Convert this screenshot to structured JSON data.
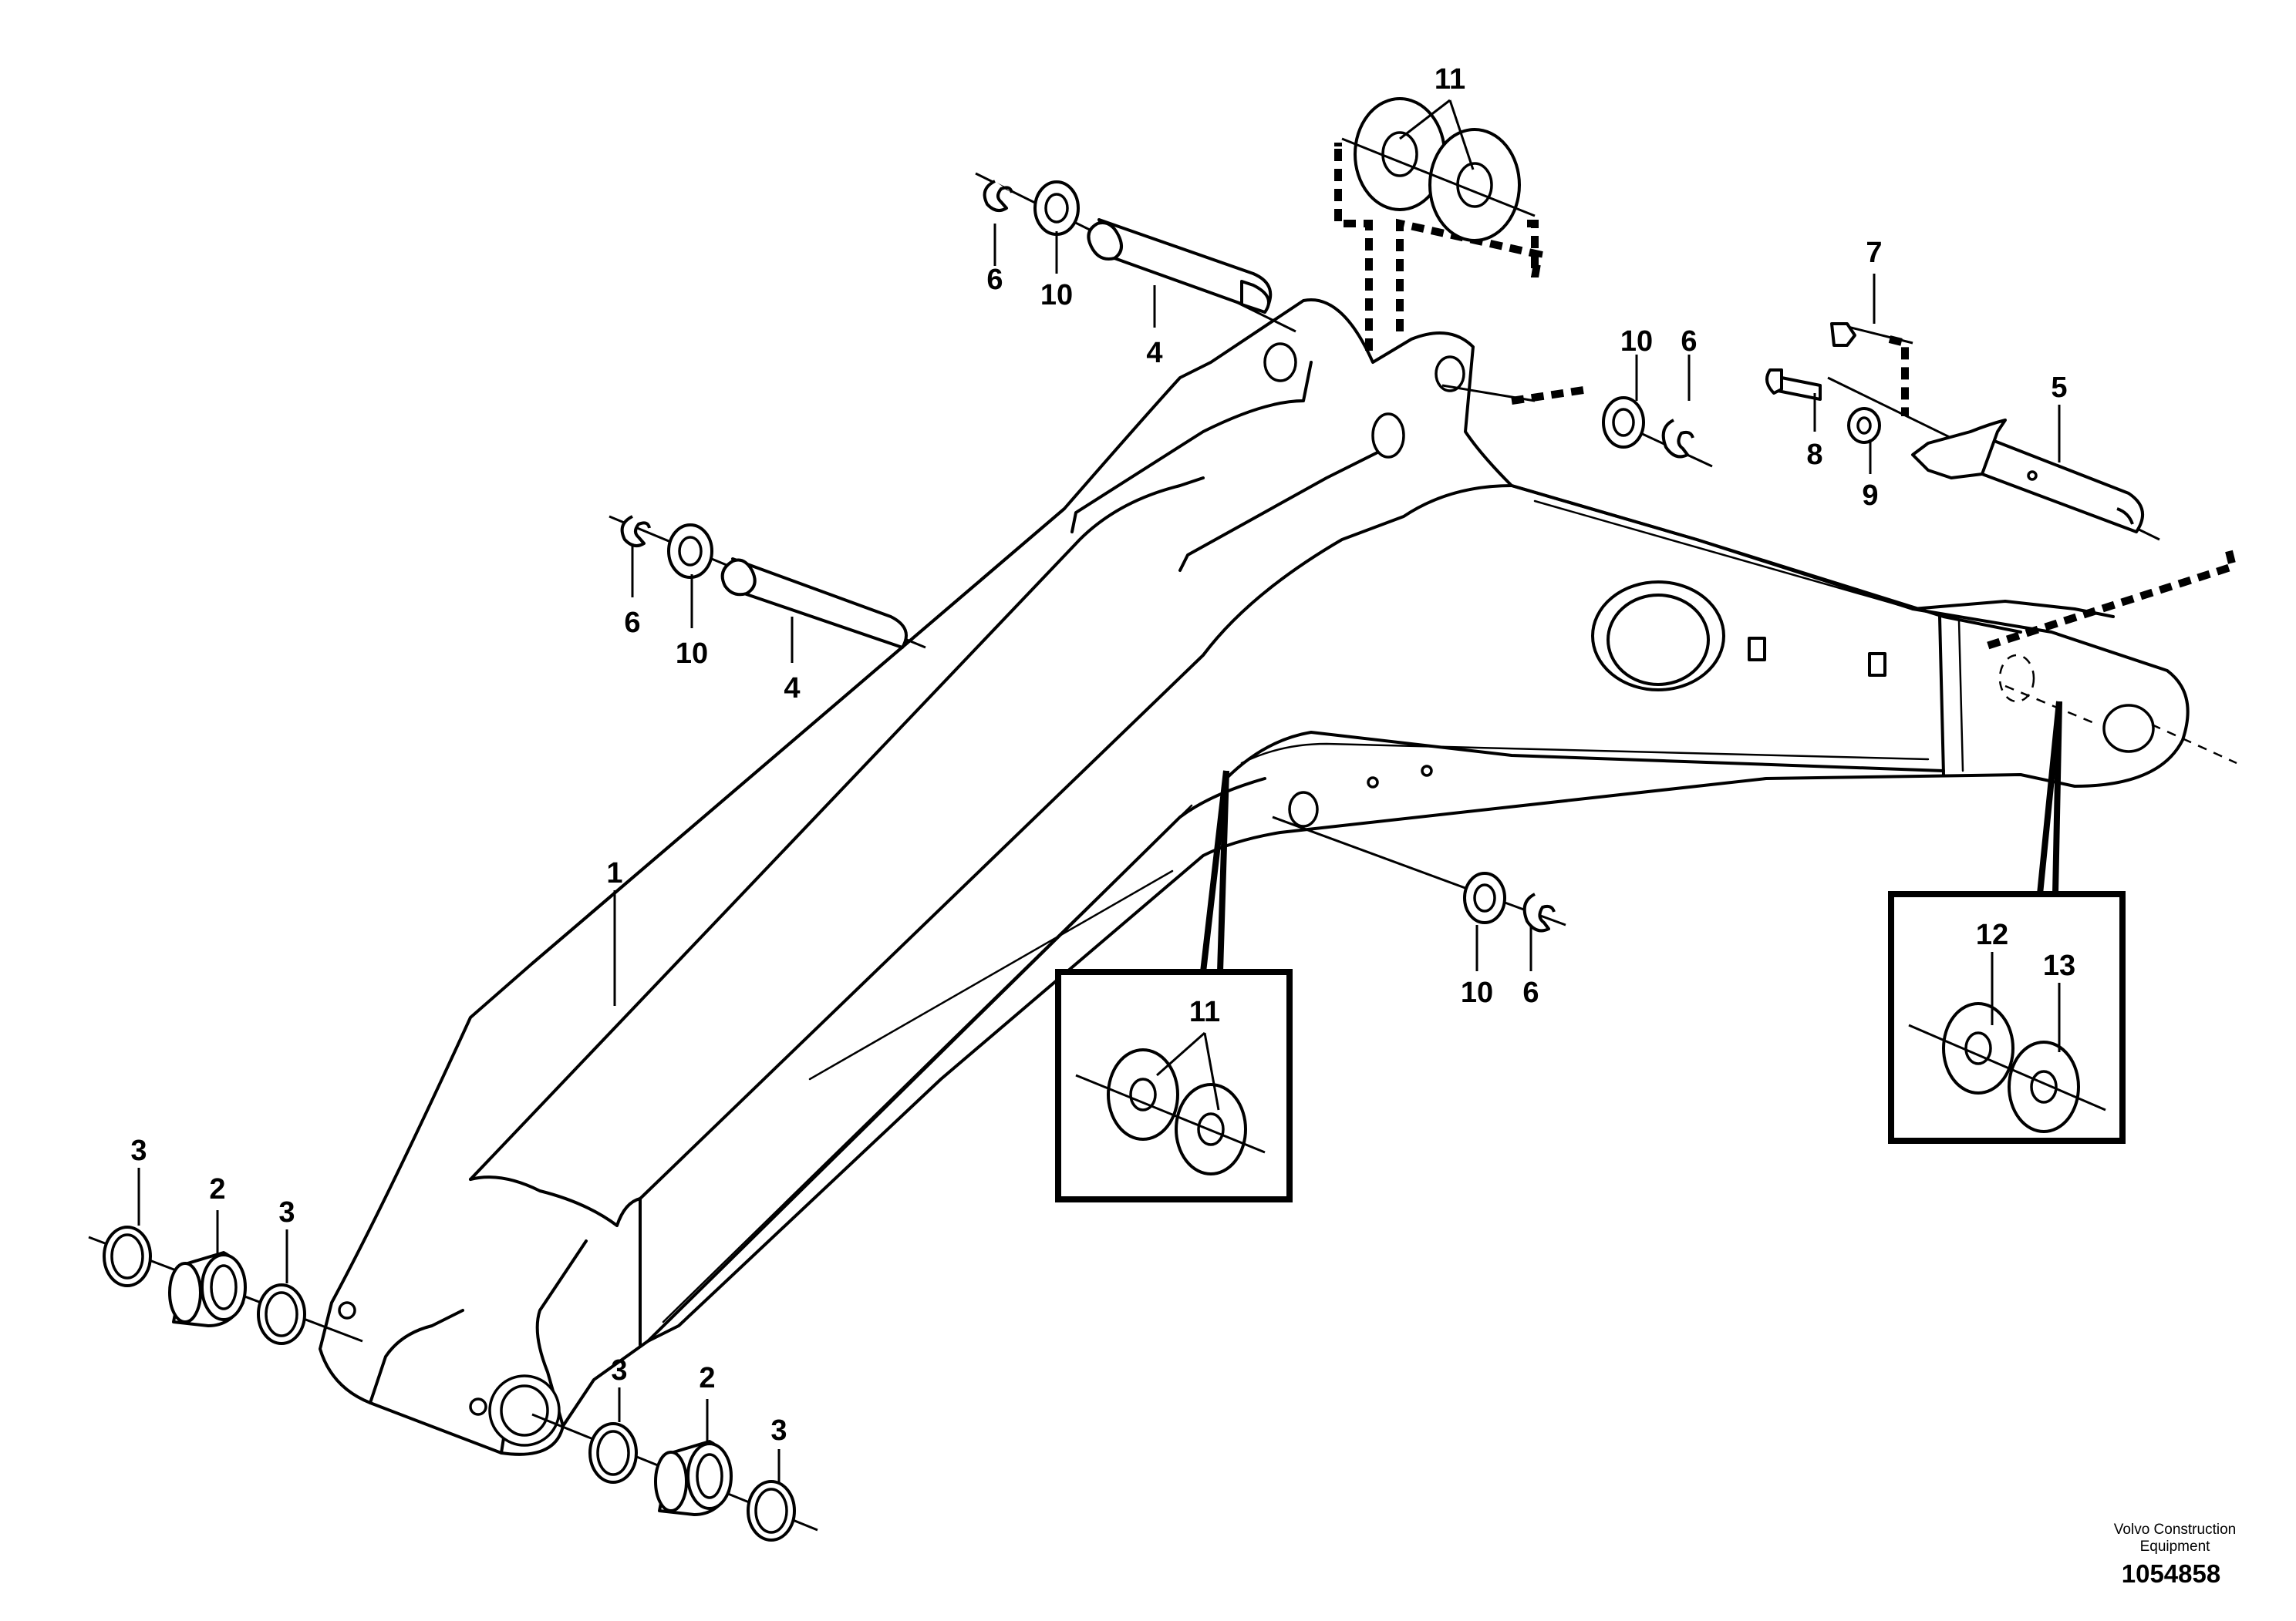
{
  "callouts": {
    "c1": "1",
    "c2a": "2",
    "c2b": "2",
    "c3a": "3",
    "c3b": "3",
    "c3c": "3",
    "c3d": "3",
    "c4a": "4",
    "c4b": "4",
    "c5": "5",
    "c6a": "6",
    "c6b": "6",
    "c6c": "6",
    "c6d": "6",
    "c7": "7",
    "c8": "8",
    "c9": "9",
    "c10a": "10",
    "c10b": "10",
    "c10c": "10",
    "c10d": "10",
    "c11a": "11",
    "c11b": "11",
    "c12": "12",
    "c13": "13"
  },
  "footer": {
    "company_line1": "Volvo Construction",
    "company_line2": "Equipment",
    "reference_number": "1054858"
  }
}
